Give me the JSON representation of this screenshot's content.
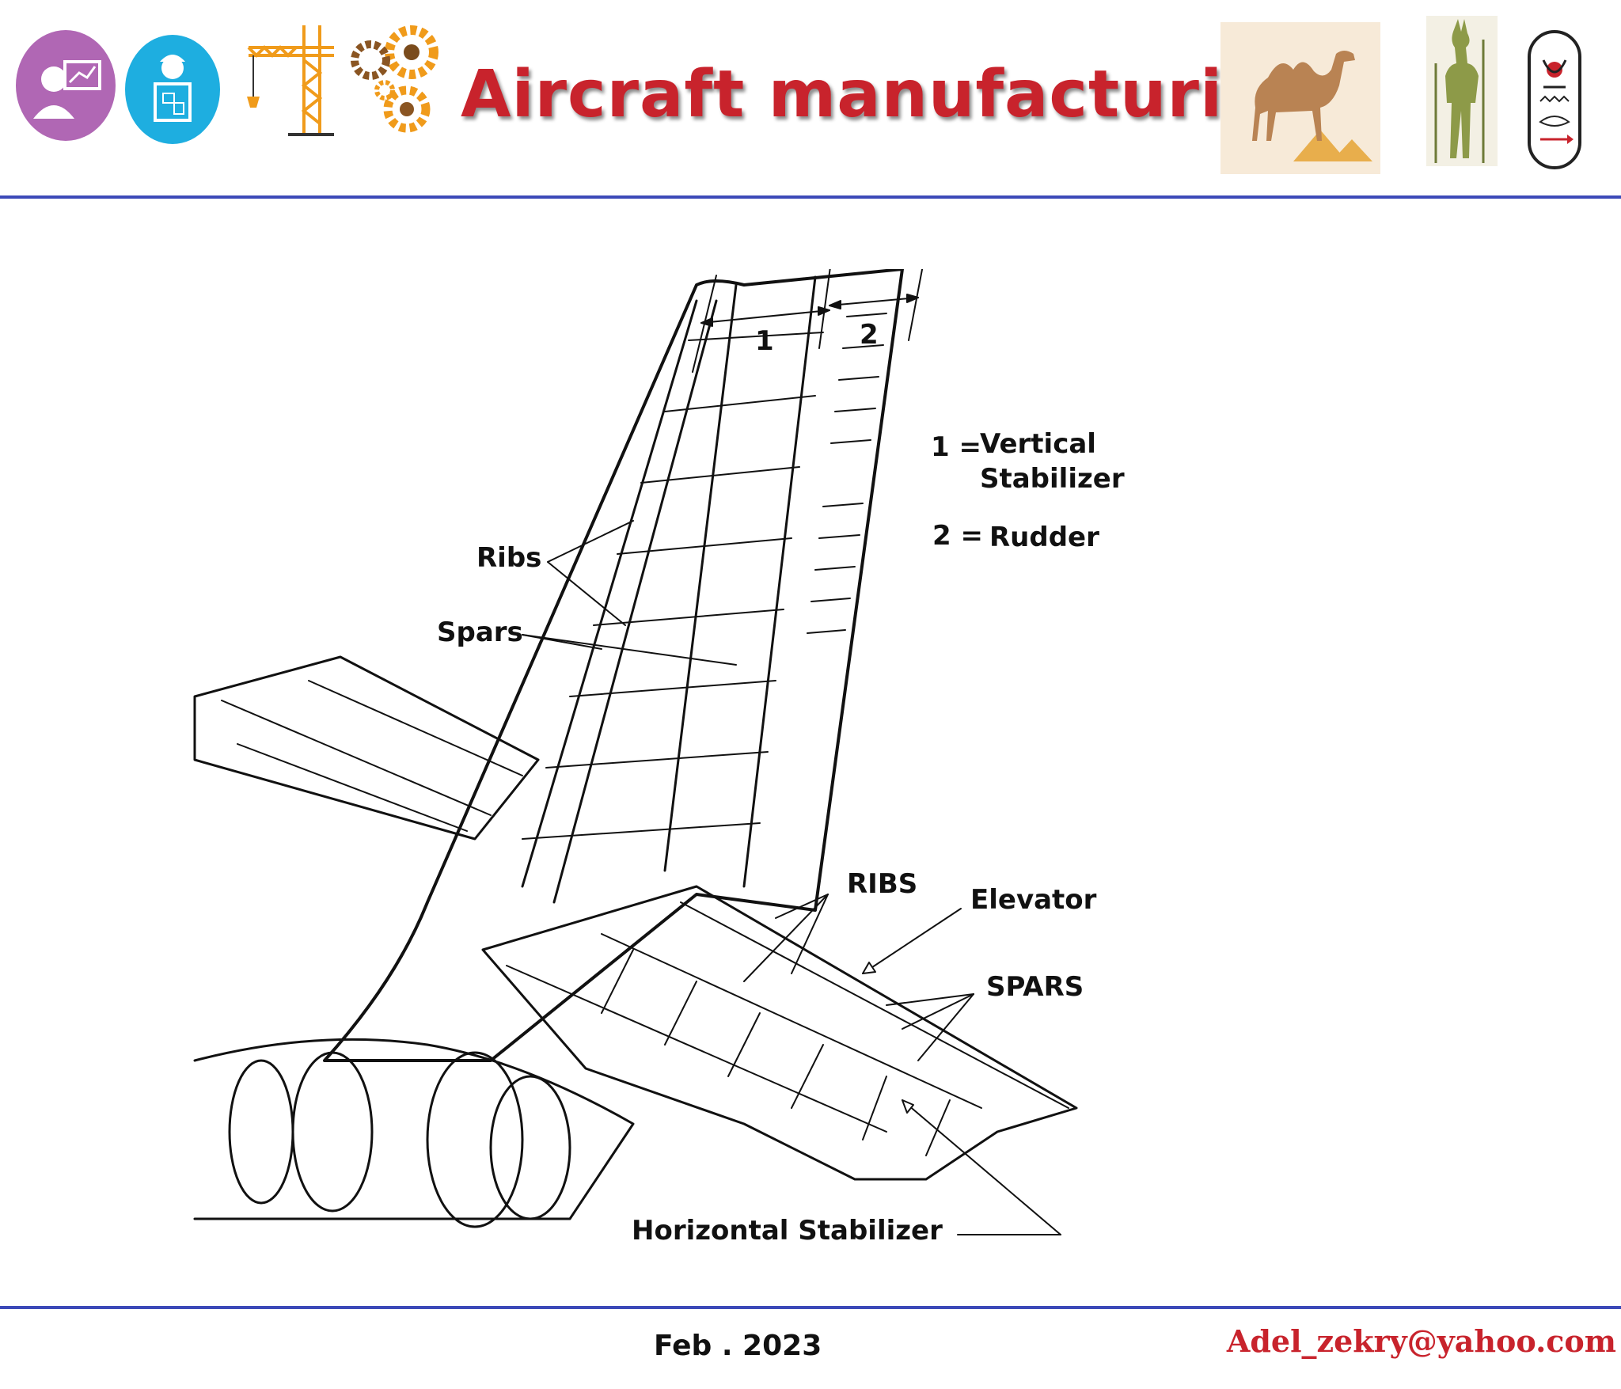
{
  "header": {
    "title": "Aircraft manufacturing",
    "title_color": "#c8232c",
    "icons": [
      "engineer-presentation-icon",
      "engineer-blueprint-icon",
      "crane-icon",
      "gears-icon",
      "camel-pyramids-icon",
      "anubis-icon",
      "cartouche-icon"
    ]
  },
  "diagram": {
    "dimension_labels": [
      "1",
      "2"
    ],
    "legend": [
      {
        "key": "1 =",
        "value_line1": "Vertical",
        "value_line2": "Stabilizer"
      },
      {
        "key": "2 =",
        "value_line1": "Rudder"
      }
    ],
    "callouts": {
      "ribs": "Ribs",
      "spars": "Spars",
      "ribs_upper": "RIBS",
      "elevator": "Elevator",
      "spars_upper": "SPARS",
      "horizontal_stabilizer": "Horizontal Stabilizer"
    }
  },
  "footer": {
    "date": "Feb . 2023",
    "email": "Adel_zekry@yahoo.com"
  },
  "colors": {
    "rule": "#3c49b8",
    "accent_red": "#c8232c"
  }
}
